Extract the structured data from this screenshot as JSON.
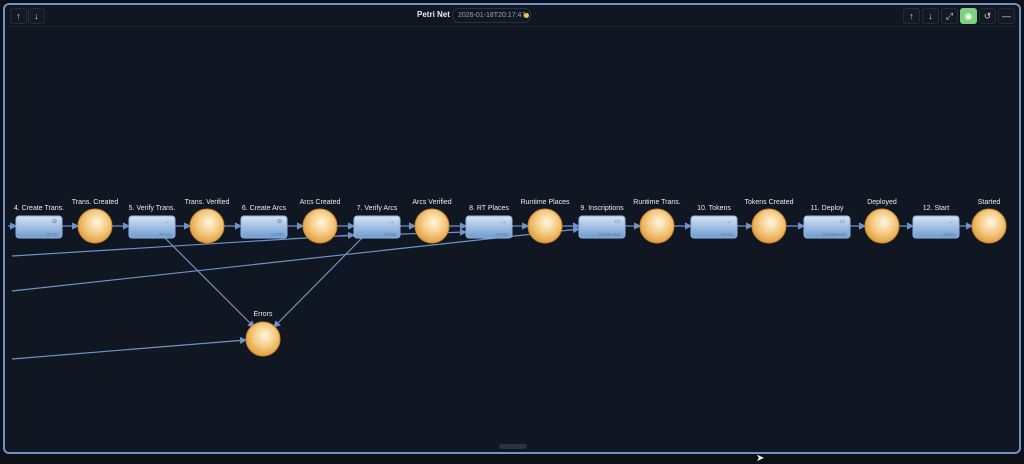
{
  "header": {
    "title": "Petri Net",
    "timestamp": "2026-01-18T20:17:47",
    "status_color": "#f2c94c",
    "left_buttons": [
      {
        "icon": "arrow-up-icon",
        "glyph": "↑"
      },
      {
        "icon": "arrow-down-icon",
        "glyph": "↓"
      }
    ],
    "right_buttons": [
      {
        "icon": "arrow-up-icon",
        "glyph": "↑"
      },
      {
        "icon": "arrow-down-icon",
        "glyph": "↓"
      },
      {
        "icon": "expand-icon",
        "glyph": "⤢"
      },
      {
        "icon": "run-icon",
        "glyph": "◉",
        "active": true
      },
      {
        "icon": "refresh-icon",
        "glyph": "↺"
      },
      {
        "icon": "minimize-icon",
        "glyph": "—"
      }
    ]
  },
  "transitions": [
    {
      "label": "4. Create Trans.",
      "kind": "HTTP",
      "icon": "⊖"
    },
    {
      "label": "5. Verify Trans.",
      "kind": "PASS",
      "icon": "→"
    },
    {
      "label": "6. Create Arcs",
      "kind": "HTTP",
      "icon": "⊖"
    },
    {
      "label": "7. Verify Arcs",
      "kind": "PASS",
      "icon": "→"
    },
    {
      "label": "8. RT Places",
      "kind": "PASS",
      "icon": "→"
    },
    {
      "label": "9. Inscriptions",
      "kind": "COMMAND",
      "icon": "▭"
    },
    {
      "label": "10. Tokens",
      "kind": "PASS",
      "icon": "→"
    },
    {
      "label": "11. Deploy",
      "kind": "COMMAND",
      "icon": "▭"
    },
    {
      "label": "12. Start",
      "kind": "PASS",
      "icon": "→"
    }
  ],
  "places": [
    {
      "label": "Trans. Created"
    },
    {
      "label": "Trans. Verified"
    },
    {
      "label": "Arcs Created"
    },
    {
      "label": "Arcs Verified"
    },
    {
      "label": "Runtime Places"
    },
    {
      "label": "Runtime Trans."
    },
    {
      "label": "Tokens Created"
    },
    {
      "label": "Deployed"
    },
    {
      "label": "Started"
    }
  ],
  "error_place": {
    "label": "Errors"
  }
}
